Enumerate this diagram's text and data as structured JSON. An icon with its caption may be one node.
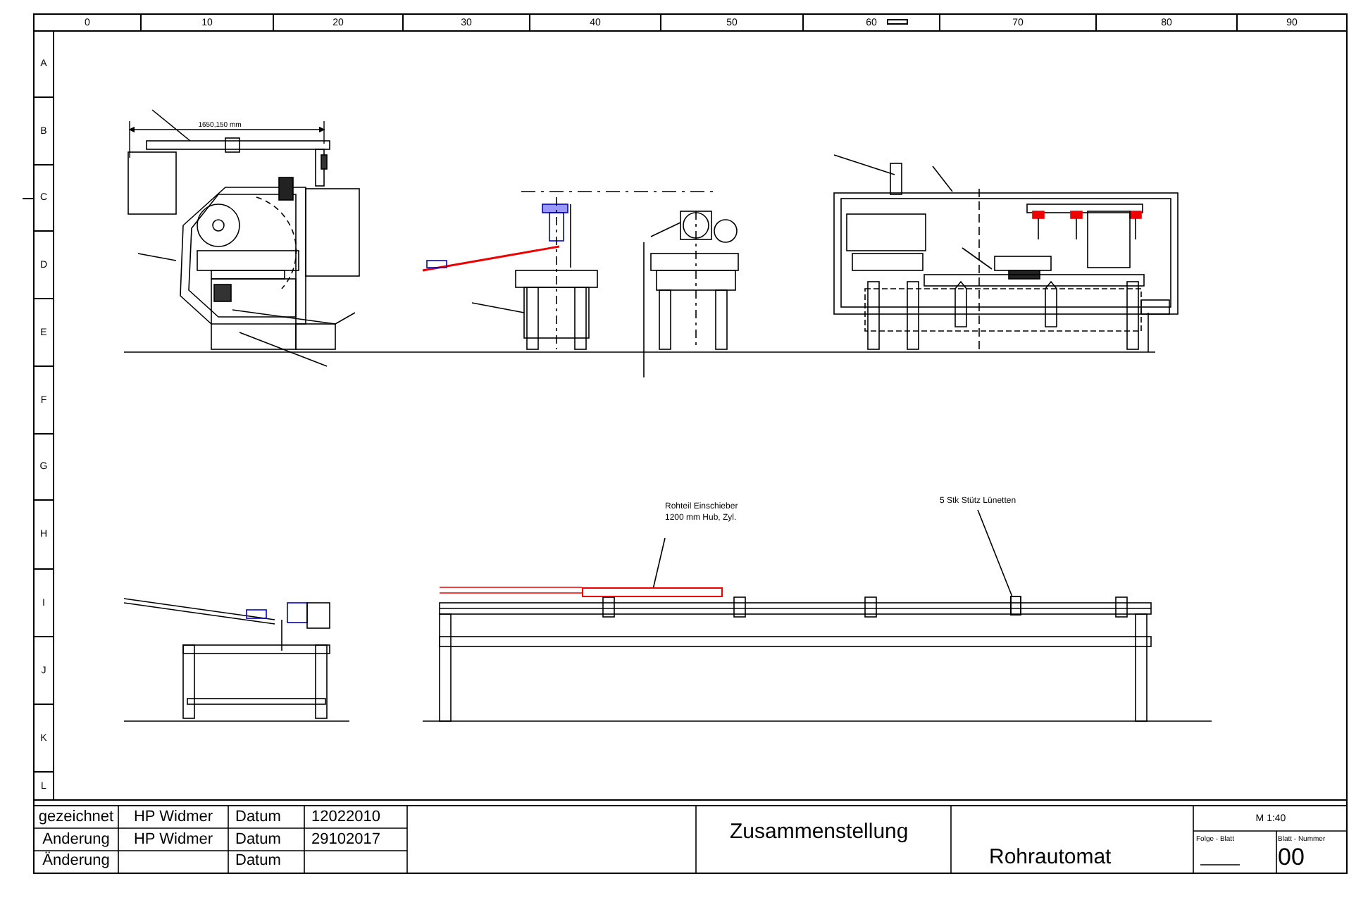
{
  "diagram": {
    "nodes": [
      {
        "text": [
          "Rohteil Einschieber 1200 mm Hub, Zyl."
        ]
      },
      {
        "text": [],
        "shape": "bar"
      },
      {
        "text": [
          "5 Stk Stütz Lünetten"
        ]
      },
      {
        "text": [],
        "shape": "box"
      }
    ],
    "edges": [
      {
        "from": 0,
        "to": 1,
        "arrow": "none"
      },
      {
        "from": 2,
        "to": 3,
        "arrow": "none"
      }
    ],
    "labels": [
      "0",
      "10",
      "20",
      "30",
      "40",
      "50",
      "60",
      "70",
      "80",
      "90",
      "A",
      "B",
      "C",
      "D",
      "E",
      "F",
      "G",
      "H",
      "I",
      "J",
      "K",
      "L",
      "1650,150 mm",
      "gezeichnet",
      "HP Widmer",
      "Datum",
      "12022010",
      "Anderung",
      "HP Widmer",
      "Datum",
      "29102017",
      "Änderung",
      "Datum",
      "Zusammenstellung",
      "Rohrautomat",
      "M 1:40",
      "Folge - Blatt",
      "Blatt - Nummer",
      "00"
    ]
  }
}
